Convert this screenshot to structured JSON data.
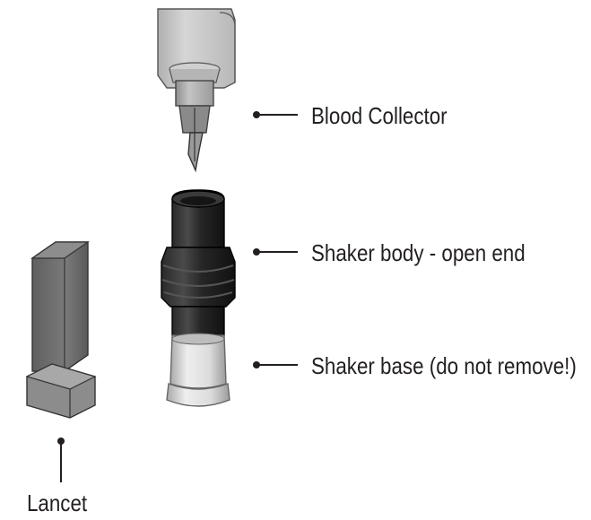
{
  "labels": {
    "blood_collector": "Blood Collector",
    "shaker_body": "Shaker body - open end",
    "shaker_base": "Shaker base (do not remove!)",
    "lancet": "Lancet"
  },
  "colors": {
    "text": "#231f20",
    "leader": "#231f20",
    "collector": "#9c9c9c",
    "shaker_body": "#1f1f1f",
    "shaker_base": "#d4d4d4",
    "lancet": "#6f6f6f"
  }
}
